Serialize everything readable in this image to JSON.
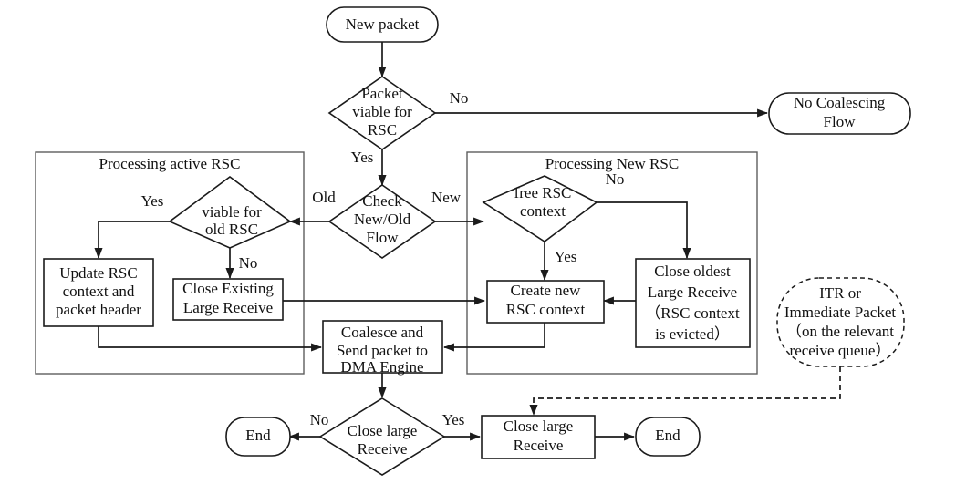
{
  "diagram": {
    "title": "RSC packet coalescing flowchart",
    "background_color": "#ffffff",
    "line_color": "#1b1b1b",
    "group_border_color": "#5d5d5d"
  },
  "groups": [
    {
      "id": "group-active",
      "label": "Processing active RSC"
    },
    {
      "id": "group-new",
      "label": "Processing New RSC"
    }
  ],
  "nodes": {
    "new_packet": {
      "label": "New packet",
      "shape": "terminator"
    },
    "packet_viable": {
      "line1": "Packet",
      "line2": "viable for",
      "line3": "RSC",
      "shape": "decision"
    },
    "no_coalescing": {
      "line1": "No Coalescing",
      "line2": "Flow",
      "shape": "terminator"
    },
    "check_flow": {
      "line1": "Check",
      "line2": "New/Old",
      "line3": "Flow",
      "shape": "decision"
    },
    "viable_old": {
      "line1": "viable for",
      "line2": "old RSC",
      "shape": "decision"
    },
    "update_ctx": {
      "line1": "Update RSC",
      "line2": "context and",
      "line3": "packet header",
      "shape": "process"
    },
    "close_existing": {
      "line1": "Close Existing",
      "line2": "Large Receive",
      "shape": "process"
    },
    "free_ctx": {
      "line1": "free RSC",
      "line2": "context",
      "shape": "decision"
    },
    "create_ctx": {
      "line1": "Create new",
      "line2": "RSC context",
      "shape": "process"
    },
    "close_oldest": {
      "line1": "Close oldest",
      "line2": "Large Receive",
      "line3": "（RSC context",
      "line4": "is evicted）",
      "shape": "process"
    },
    "itr_packet": {
      "line1": "ITR or",
      "line2": "Immediate Packet",
      "line3": "（on the relevant",
      "line4": "receive queue）",
      "shape": "terminator-dashed"
    },
    "coalesce": {
      "line1": "Coalesce and",
      "line2": "Send packet to",
      "line3": "DMA Engine",
      "shape": "process"
    },
    "close_large_decision": {
      "line1": "Close large",
      "line2": "Receive",
      "shape": "decision"
    },
    "close_large_process": {
      "line1": "Close large",
      "line2": "Receive",
      "shape": "process"
    },
    "end_left": {
      "label": "End",
      "shape": "terminator"
    },
    "end_right": {
      "label": "End",
      "shape": "terminator"
    }
  },
  "edge_labels": {
    "viable_no": "No",
    "viable_yes": "Yes",
    "flow_old": "Old",
    "flow_new": "New",
    "old_yes": "Yes",
    "old_no": "No",
    "free_no": "No",
    "free_yes": "Yes",
    "close_no": "No",
    "close_yes": "Yes"
  }
}
